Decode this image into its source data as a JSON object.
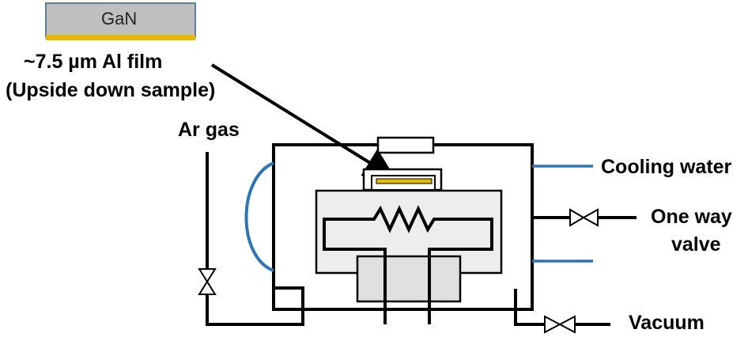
{
  "labels": {
    "gan": "GaN",
    "al_film": "~7.5 µm Al film",
    "sample_note": "(Upside down sample)",
    "ar_gas": "Ar gas",
    "cooling_water": "Cooling water",
    "one_way_line1": "One way",
    "one_way_line2": "valve",
    "vacuum": "Vacuum"
  },
  "colors": {
    "line": "#000000",
    "water": "#2e75b6",
    "gan_fill": "#bfbfbf",
    "gan_border": "#5b7fa8",
    "al_film": "#e6b800",
    "heater_block": "#ededed",
    "stage_block": "#e0e0e0"
  }
}
